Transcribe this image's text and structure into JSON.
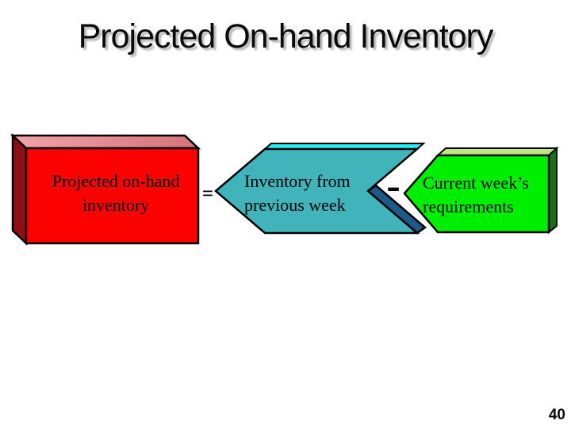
{
  "slide": {
    "title": "Projected On-hand Inventory",
    "page_number": "40"
  },
  "equation": {
    "result": {
      "lines": [
        "Projected on-hand",
        "inventory"
      ]
    },
    "operator1": "=",
    "operand1": {
      "lines": [
        "Inventory from",
        "previous week"
      ]
    },
    "operator2": "-",
    "operand2": {
      "lines": [
        "Current week’s",
        "requirements"
      ]
    }
  },
  "colors": {
    "box_front": "#FB0100",
    "box_top_left": "#F2A3A9",
    "box_top_right": "#D4737B",
    "box_side": "#8C1015",
    "chevron_front": "#41B3BA",
    "chevron_top": "#26EEF1",
    "chevron_shadow": "#1E5A88",
    "arrow_front": "#00EF00",
    "arrow_top": "#BCE87E",
    "arrow_side": "#187018",
    "outline": "#000000",
    "title_text": "#0a0a0a"
  }
}
